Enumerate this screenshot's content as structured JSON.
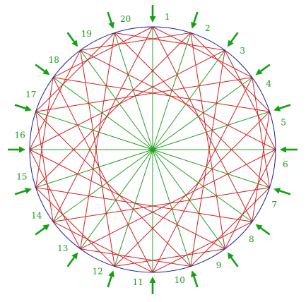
{
  "diagram": {
    "point_count": 20,
    "labels": [
      "1",
      "2",
      "3",
      "4",
      "5",
      "6",
      "7",
      "8",
      "9",
      "10",
      "11",
      "12",
      "13",
      "14",
      "15",
      "16",
      "17",
      "18",
      "19",
      "20"
    ],
    "first_point_position": "top",
    "direction": "clockwise",
    "star_chord_steps": [
      3,
      7
    ],
    "colors": {
      "circle": "#1a1aa8",
      "spokes": "#22a022",
      "star_lines": "#d42020",
      "arrows": "#14a014",
      "labels": "#1a9a1a",
      "background": "#ffffff"
    }
  }
}
